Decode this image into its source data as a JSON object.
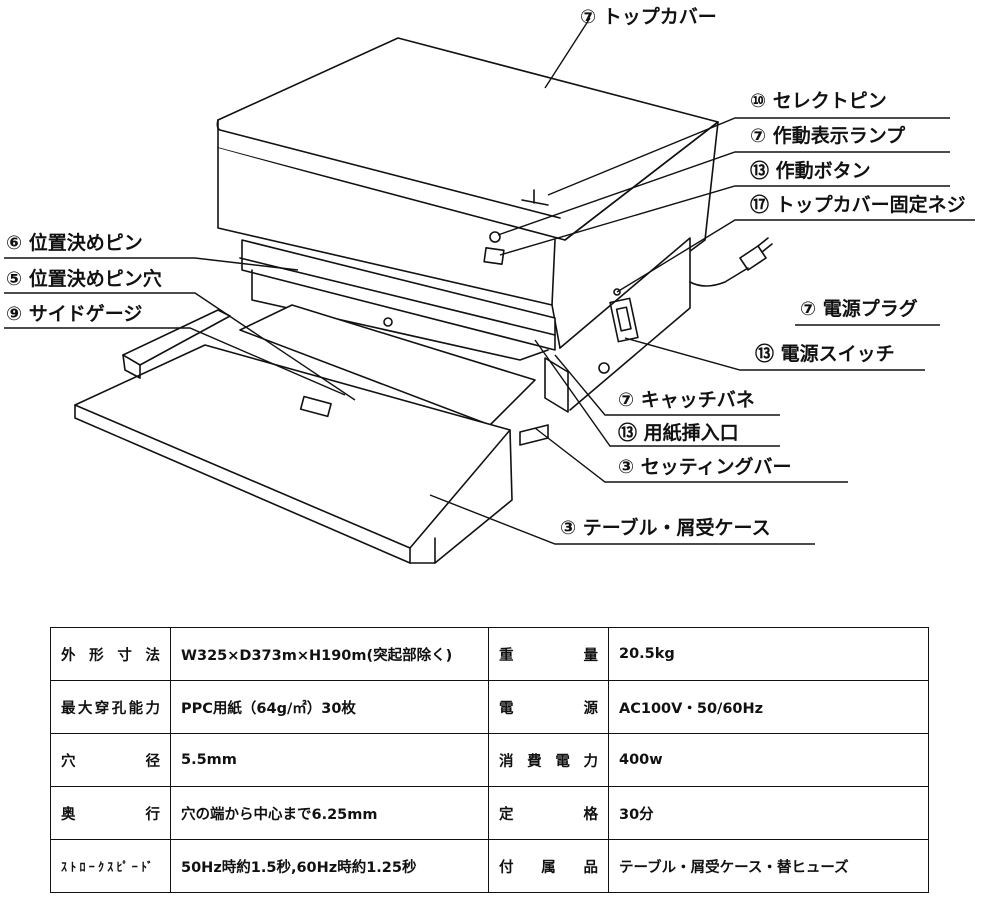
{
  "labels": {
    "top_cover": "⑦ トップカバー",
    "select_pin": "⑩ セレクトピン",
    "operation_lamp": "⑦ 作動表示ランプ",
    "operation_button": "⑬ 作動ボタン",
    "top_cover_screw": "⑰ トップカバー固定ネジ",
    "positioning_pin": "⑥ 位置決めピン",
    "positioning_pin_hole": "⑤ 位置決めピン穴",
    "side_gauge": "⑨ サイドゲージ",
    "power_plug": "⑦ 電源プラグ",
    "power_switch": "⑬ 電源スイッチ",
    "catch_spring": "⑦ キャッチバネ",
    "paper_slot": "⑬ 用紙挿入口",
    "setting_bar": "③ セッティングバー",
    "table_case": "③ テーブル・屑受ケース"
  },
  "specs": {
    "rows": [
      {
        "k1": "外形寸法",
        "v1": "W325×D373m×H190m(突起部除く)",
        "k2": "重量",
        "v2": "20.5kg"
      },
      {
        "k1": "最大穿孔能力",
        "v1": "PPC用紙（64g/㎡）30枚",
        "k2": "電源",
        "v2": "AC100V・50/60Hz"
      },
      {
        "k1": "穴径",
        "v1": "5.5mm",
        "k2": "消費電力",
        "v2": "400w"
      },
      {
        "k1": "奥行",
        "v1": "穴の端から中心まで6.25mm",
        "k2": "定格",
        "v2": "30分"
      },
      {
        "k1": "ｽﾄﾛｰｸｽﾋﾟｰﾄﾞ",
        "v1": "50Hz時約1.5秒,60Hz時約1.25秒",
        "k2": "付属品",
        "v2": "テーブル・屑受ケース・替ヒューズ"
      }
    ]
  }
}
